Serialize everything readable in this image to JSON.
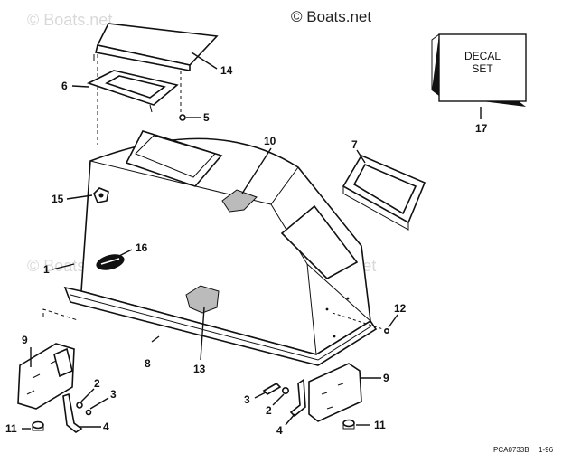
{
  "watermarks": {
    "main": "© Boats.net",
    "faint": "© Boats.net"
  },
  "decal_box": {
    "line1": "DECAL",
    "line2": "SET"
  },
  "callouts": {
    "c1": "1",
    "c2a": "2",
    "c2b": "2",
    "c3a": "3",
    "c3b": "3",
    "c4a": "4",
    "c4b": "4",
    "c5": "5",
    "c6": "6",
    "c7": "7",
    "c8": "8",
    "c9a": "9",
    "c9b": "9",
    "c10": "10",
    "c11a": "11",
    "c11b": "11",
    "c12": "12",
    "c13": "13",
    "c14": "14",
    "c15": "15",
    "c16": "16",
    "c17": "17"
  },
  "footer": {
    "code": "PCA0733B",
    "date": "1-96"
  }
}
